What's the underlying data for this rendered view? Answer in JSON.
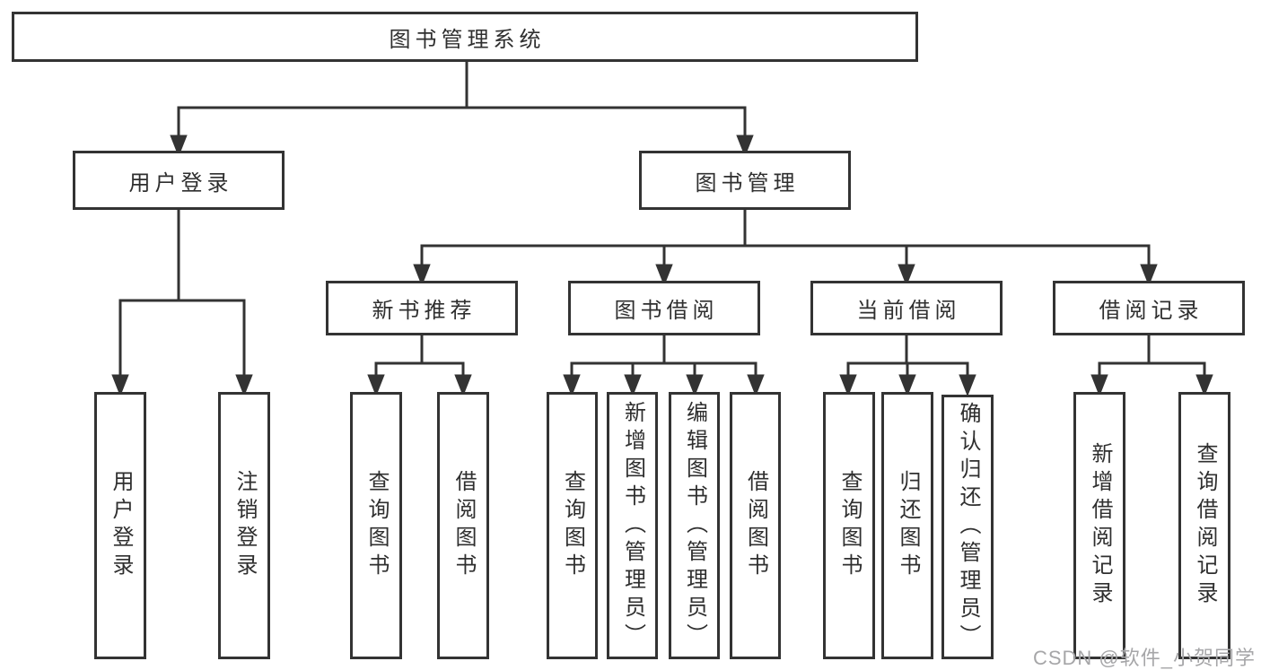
{
  "diagram_title": "图书管理系统",
  "tree": {
    "root": {
      "label": "图书管理系统"
    },
    "branches": [
      {
        "label": "用户登录",
        "children": [
          {
            "label": "用户登录"
          },
          {
            "label": "注销登录"
          }
        ]
      },
      {
        "label": "图书管理",
        "children": [
          {
            "label": "新书推荐",
            "children": [
              {
                "label": "查询图书"
              },
              {
                "label": "借阅图书"
              }
            ]
          },
          {
            "label": "图书借阅",
            "children": [
              {
                "label": "查询图书"
              },
              {
                "label": "新增图书（管理员）"
              },
              {
                "label": "编辑图书（管理员）"
              },
              {
                "label": "借阅图书"
              }
            ]
          },
          {
            "label": "当前借阅",
            "children": [
              {
                "label": "查询图书"
              },
              {
                "label": "归还图书"
              },
              {
                "label": "确认归还（管理员）"
              }
            ]
          },
          {
            "label": "借阅记录",
            "children": [
              {
                "label": "新增借阅记录"
              },
              {
                "label": "查询借阅记录"
              }
            ]
          }
        ]
      }
    ]
  },
  "watermark": {
    "text": "CSDN @软件_小贺同学",
    "color": "#a6a6a8"
  },
  "colors": {
    "line": "#333333",
    "box_border": "#333333",
    "text": "#2f2f2f",
    "background": "#ffffff"
  }
}
